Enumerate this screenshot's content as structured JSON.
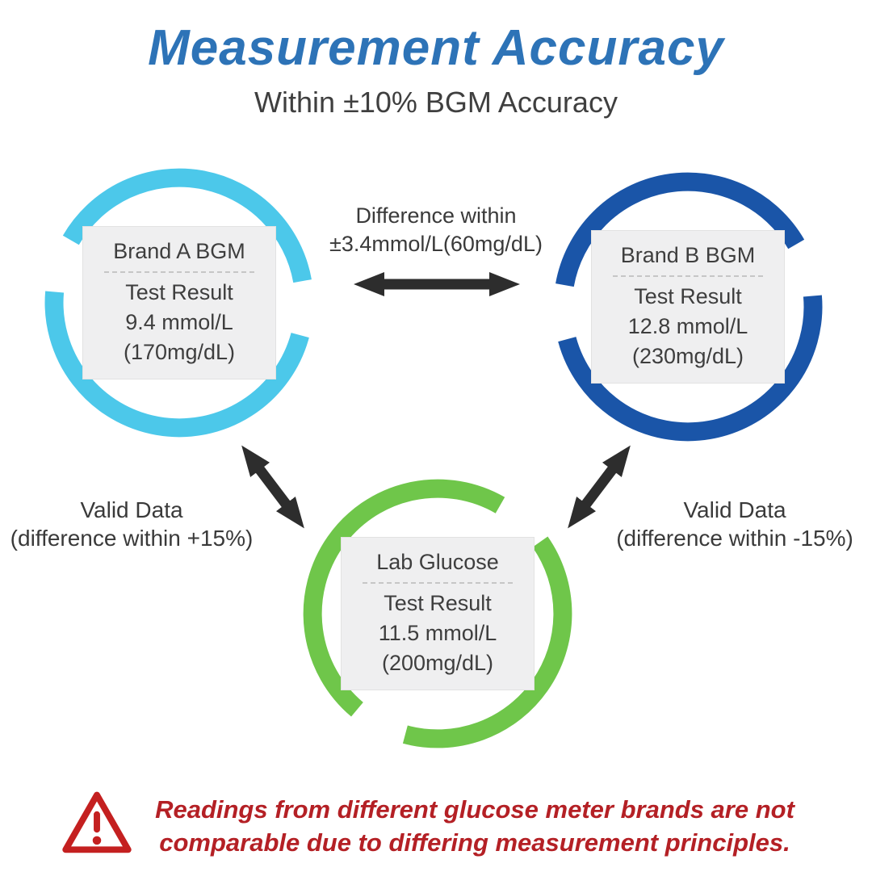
{
  "title": "Measurement Accuracy",
  "subtitle": "Within ±10% BGM Accuracy",
  "colors": {
    "title_blue": "#2d73b7",
    "brand_a_cyan": "#4cc8ea",
    "brand_b_blue": "#1a55a8",
    "lab_green": "#6fc64a",
    "arrow_black": "#2d2d2d",
    "warning_red": "#b42025",
    "triangle_red": "#c42020",
    "card_gray": "#efeff0"
  },
  "nodes": {
    "brand_a": {
      "name": "Brand A BGM",
      "result_label": "Test Result",
      "value": "9.4 mmol/L",
      "alt": "(170mg/dL)"
    },
    "brand_b": {
      "name": "Brand B BGM",
      "result_label": "Test Result",
      "value": "12.8 mmol/L",
      "alt": "(230mg/dL)"
    },
    "lab": {
      "name": "Lab Glucose",
      "result_label": "Test Result",
      "value": "11.5 mmol/L",
      "alt": "(200mg/dL)"
    }
  },
  "relations": {
    "top": {
      "line1": "Difference within",
      "line2": "±3.4mmol/L(60mg/dL)"
    },
    "left": {
      "line1": "Valid Data",
      "line2": "(difference within +15%)"
    },
    "right": {
      "line1": "Valid Data",
      "line2": "(difference within -15%)"
    }
  },
  "warning": {
    "line1": "Readings from different glucose meter brands are not",
    "line2": "comparable due to differing measurement principles."
  }
}
